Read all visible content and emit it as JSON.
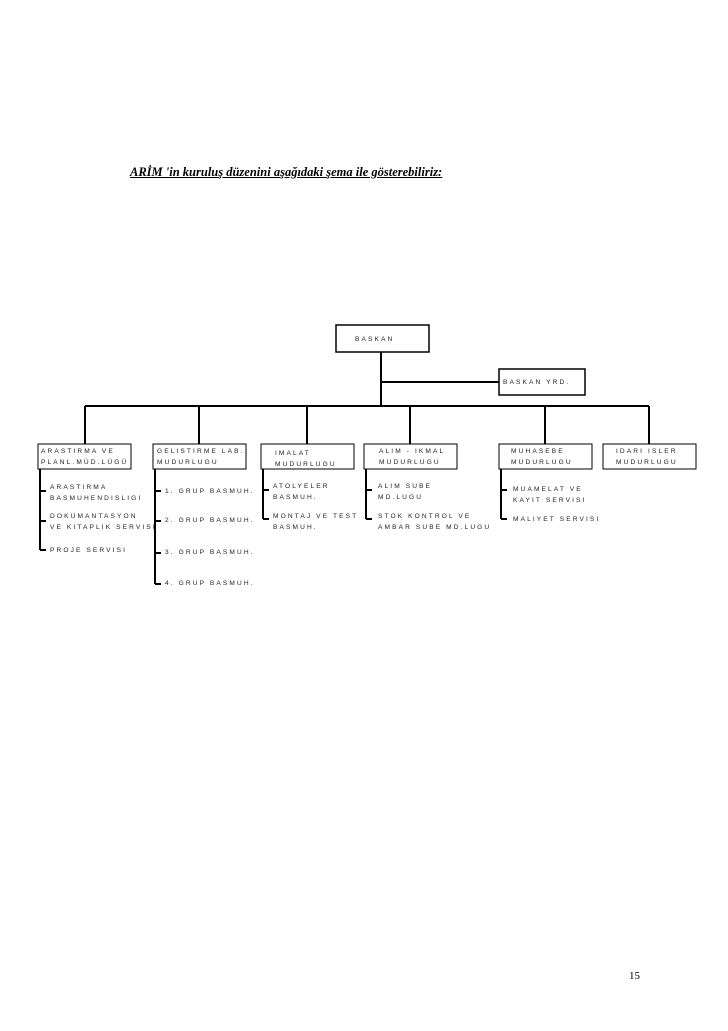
{
  "intro_text": "ARİM 'in kuruluş düzenini aşağıdaki şema ile gösterebiliriz:",
  "page_number": "15",
  "org_chart": {
    "head": "BASKAN",
    "deputy": "BASKAN YRD.",
    "departments": [
      {
        "title": [
          "ARASTIRMA VE",
          "PLANL.MÜD.LÜGÜ"
        ],
        "units": [
          [
            "ARASTIRMA",
            "BASMUHENDISLIGI"
          ],
          [
            "DOKUMANTASYON",
            "VE KITAPLIK SERVISI"
          ],
          [
            "PROJE SERVISI"
          ]
        ]
      },
      {
        "title": [
          "GELISTIRME LAB.",
          "MUDURLUGU"
        ],
        "units": [
          [
            "1. GRUP BASMUH."
          ],
          [
            "2. GRUP BASMUH."
          ],
          [
            "3. GRUP BASMUH."
          ],
          [
            "4. GRUP BASMUH."
          ]
        ]
      },
      {
        "title": [
          "IMALAT",
          "MUDURLUGU"
        ],
        "units": [
          [
            "ATOLYELER",
            "BASMUH."
          ],
          [
            "MONTAJ VE TEST",
            "BASMUH."
          ]
        ]
      },
      {
        "title": [
          "ALIM - IKMAL",
          "MUDURLUGU"
        ],
        "units": [
          [
            "ALIM SUBE",
            "MD.LUGU"
          ],
          [
            "STOK KONTROL VE",
            "AMBAR SUBE MD.LUGU"
          ]
        ]
      },
      {
        "title": [
          "MUHASEBE",
          "MUDURLUGU"
        ],
        "units": [
          [
            "MUAMELAT VE",
            "KAYIT SERVISI"
          ],
          [
            "MALIYET SERVISI"
          ]
        ]
      },
      {
        "title": [
          "IDARI ISLER",
          "MUDURLUGU"
        ],
        "units": []
      }
    ]
  }
}
